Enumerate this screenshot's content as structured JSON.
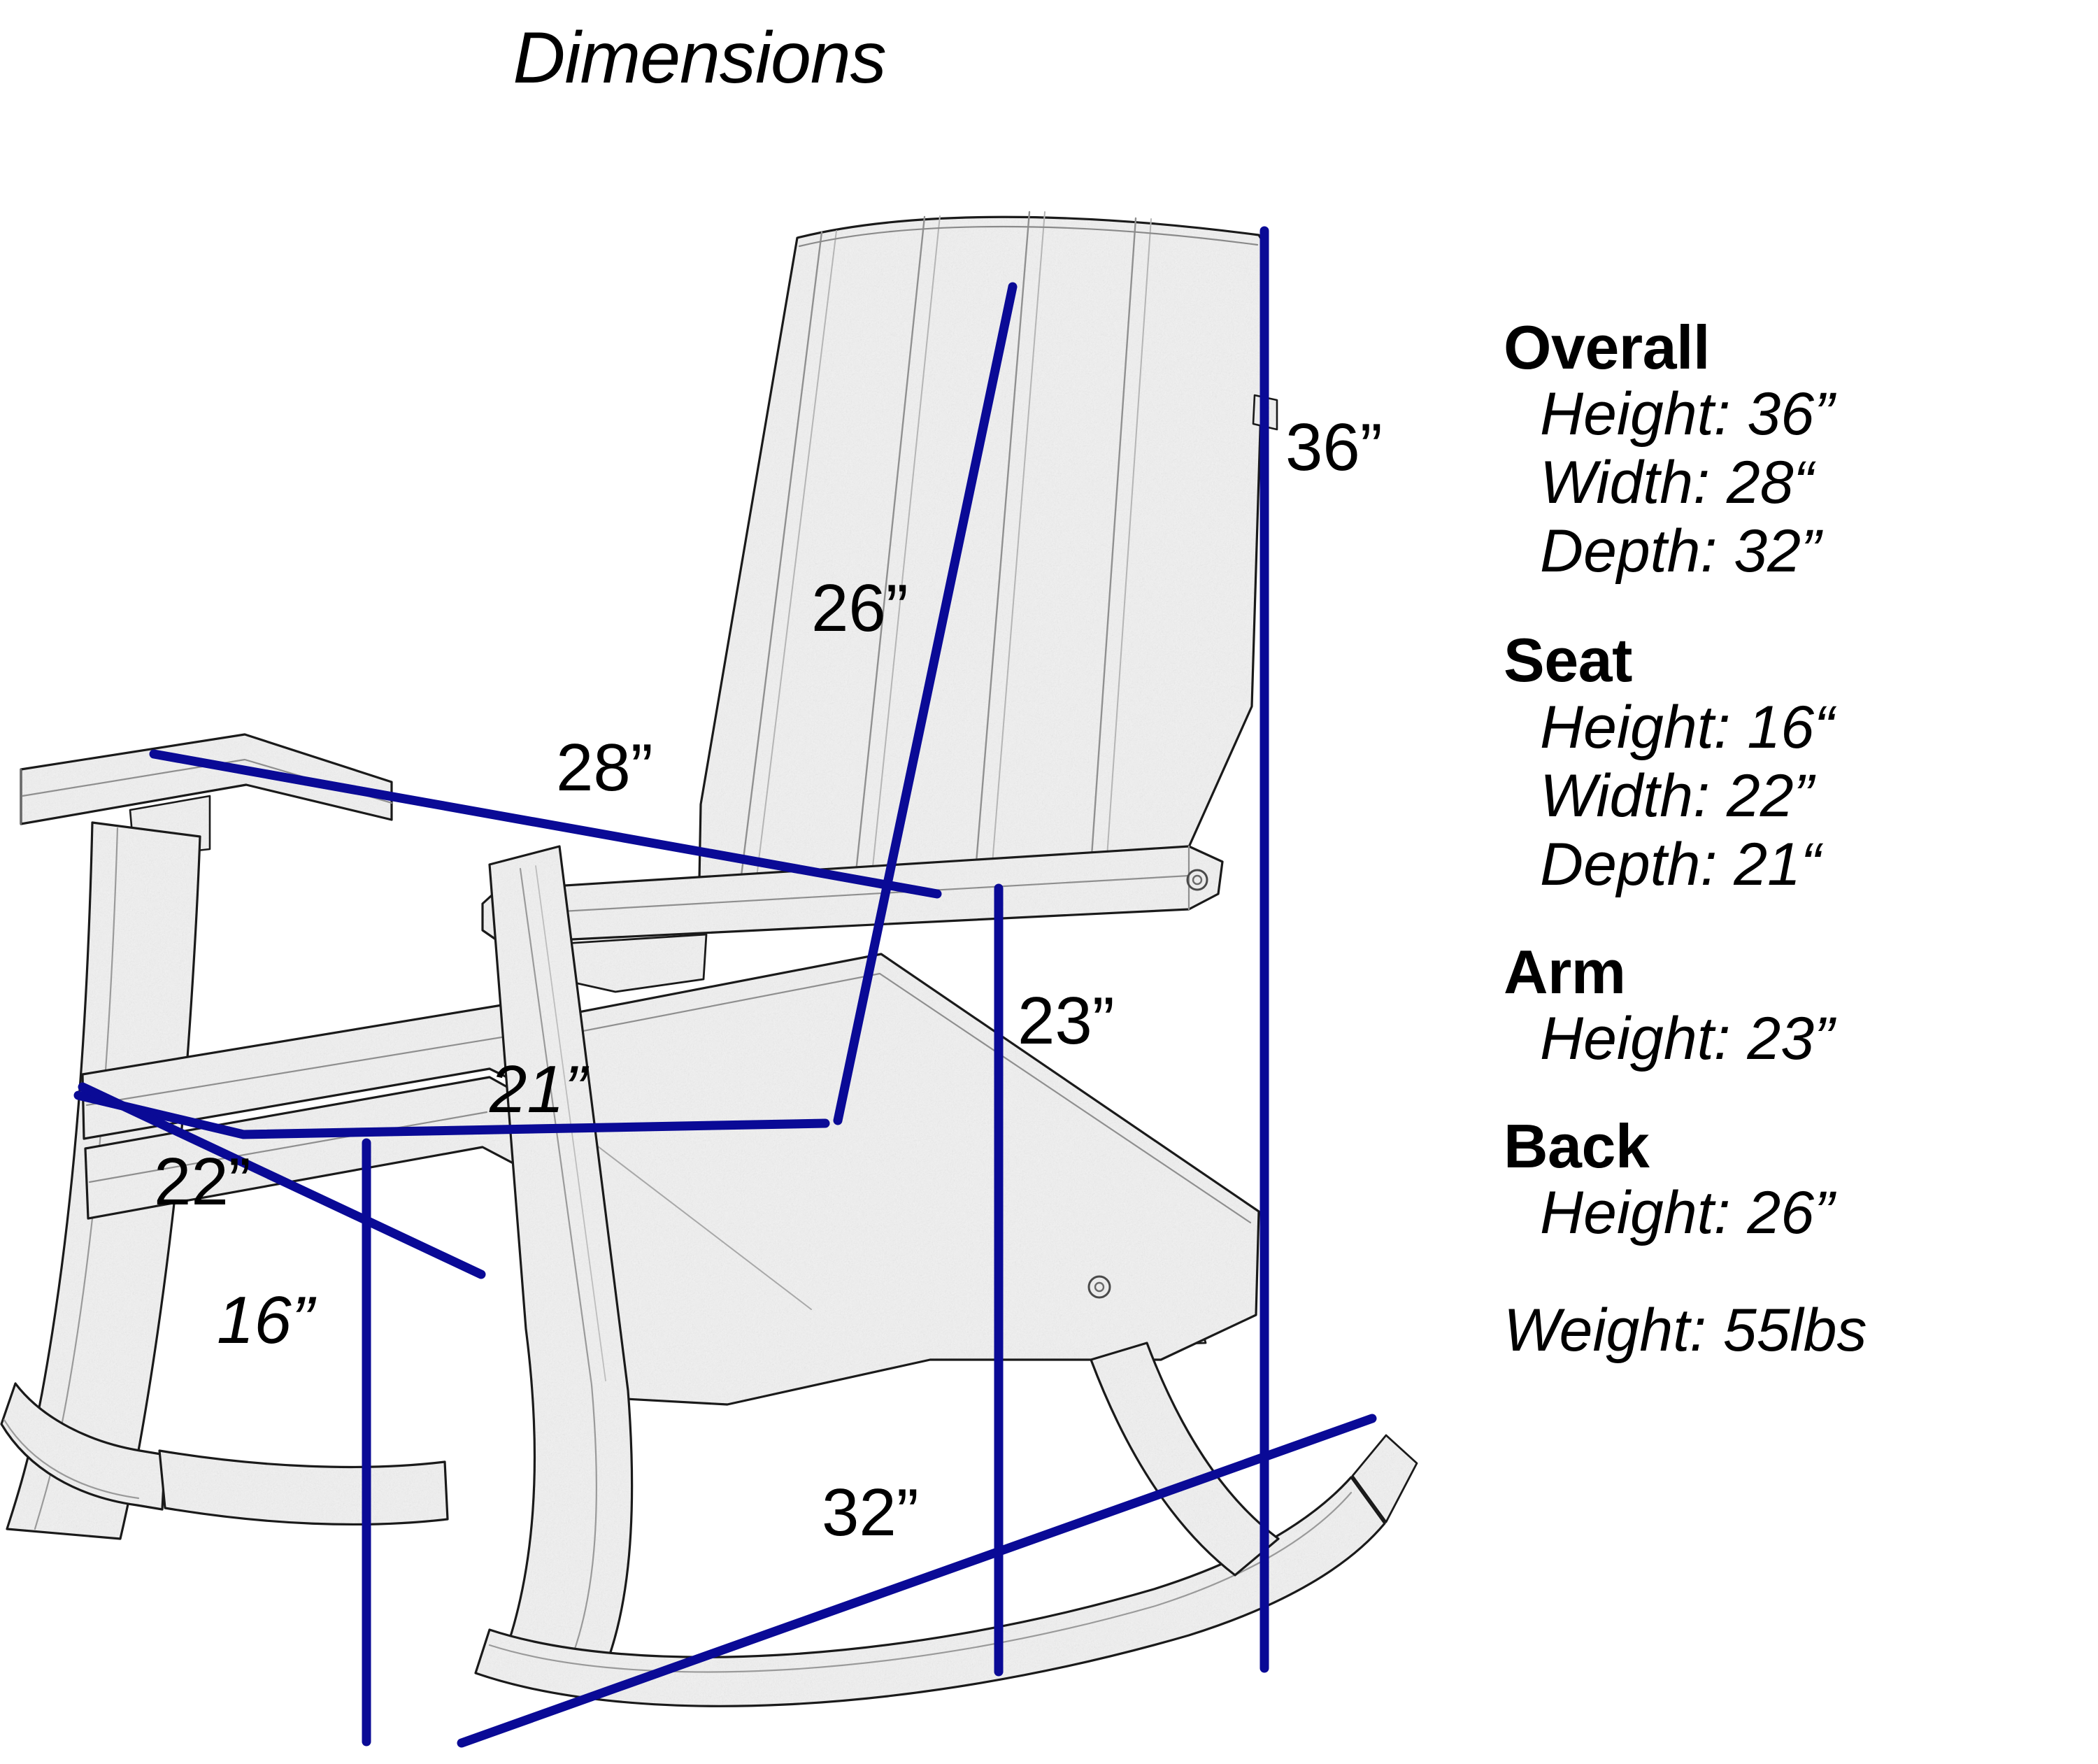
{
  "title": "Dimensions",
  "colors": {
    "dimension_line": "#0a0a96",
    "outline": "#1a1a1a",
    "surface": "#e8e8e8",
    "text": "#000000",
    "background": "#ffffff"
  },
  "drawing": {
    "subject": "adirondack-rocking-chair",
    "view": "three-quarter-side",
    "dimension_labels": [
      {
        "id": "overall-height",
        "text": "36”",
        "kind": "vertical",
        "style": "upright"
      },
      {
        "id": "back-height",
        "text": "26”",
        "kind": "diagonal",
        "style": "upright"
      },
      {
        "id": "overall-width",
        "text": "28”",
        "kind": "diagonal",
        "style": "upright"
      },
      {
        "id": "arm-height",
        "text": "23”",
        "kind": "vertical",
        "style": "upright"
      },
      {
        "id": "seat-depth",
        "text": "21”",
        "kind": "horizontal",
        "style": "italic"
      },
      {
        "id": "seat-width",
        "text": "22”",
        "kind": "diagonal",
        "style": "upright"
      },
      {
        "id": "seat-height",
        "text": "16”",
        "kind": "vertical",
        "style": "italic"
      },
      {
        "id": "overall-depth",
        "text": "32”",
        "kind": "diagonal",
        "style": "upright"
      }
    ]
  },
  "specs": {
    "groups": [
      {
        "heading": "Overall",
        "lines": [
          "Height: 36”",
          "Width: 28“",
          "Depth: 32”"
        ]
      },
      {
        "heading": "Seat",
        "lines": [
          "Height: 16“",
          "Width: 22”",
          "Depth: 21“"
        ]
      },
      {
        "heading": "Arm",
        "lines": [
          "Height: 23”"
        ]
      },
      {
        "heading": "Back",
        "lines": [
          "Height: 26”"
        ]
      }
    ],
    "weight": "Weight: 55lbs"
  }
}
